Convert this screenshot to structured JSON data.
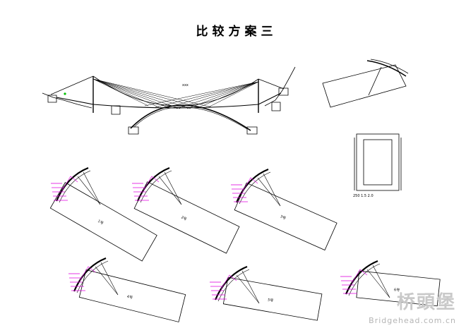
{
  "title": "比较方案三",
  "elevation": {
    "main_span_label": "xxx"
  },
  "stage_labels": [
    "1号",
    "2号",
    "3号",
    "4号",
    "5号",
    "6号"
  ],
  "detail": {
    "dimension_label": "250  1.5  2.0"
  },
  "watermark": {
    "logo": "桥頭堡",
    "site": "Bridgehead.com.cn"
  },
  "colors": {
    "line": "#000000",
    "annotation": "#e000e0",
    "marker": "#00c000",
    "watermark": "#c9c9c9"
  }
}
